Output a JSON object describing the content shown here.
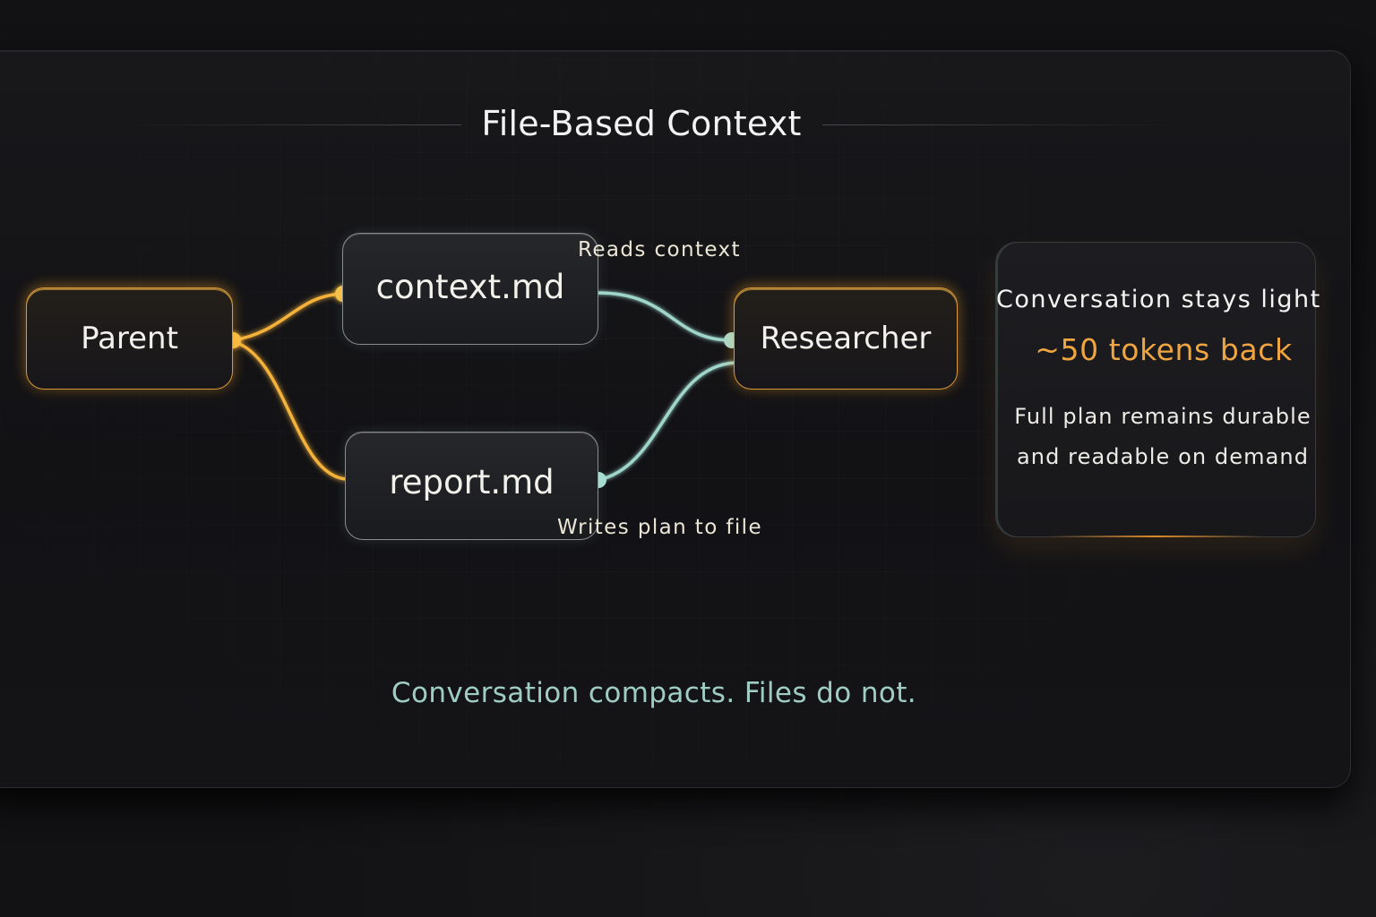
{
  "title": "File-Based Context",
  "colors": {
    "agent_accent": "#f5b23a",
    "file_accent": "#9fd6cc",
    "highlight_text": "#f0a540",
    "tagline_text": "#9fcdc2",
    "background": "#121214"
  },
  "nodes": [
    {
      "id": "parent",
      "label": "Parent",
      "type": "agent"
    },
    {
      "id": "context",
      "label": "context.md",
      "type": "file"
    },
    {
      "id": "report",
      "label": "report.md",
      "type": "file"
    },
    {
      "id": "researcher",
      "label": "Researcher",
      "type": "agent"
    }
  ],
  "edges": [
    {
      "from": "parent",
      "to": "context.md",
      "color": "amber",
      "label": ""
    },
    {
      "from": "parent",
      "to": "report.md",
      "color": "amber",
      "label": ""
    },
    {
      "from": "context.md",
      "to": "researcher",
      "color": "teal",
      "label": "Reads context"
    },
    {
      "from": "researcher",
      "to": "report.md",
      "color": "teal",
      "label": "Writes plan to file"
    }
  ],
  "edge_labels": {
    "reads": "Reads context",
    "writes": "Writes plan to file"
  },
  "info_card": {
    "heading": "Conversation stays light",
    "highlight": "~50 tokens back",
    "body_line1": "Full plan remains durable",
    "body_line2": "and readable on demand"
  },
  "tagline": "Conversation compacts. Files do not."
}
